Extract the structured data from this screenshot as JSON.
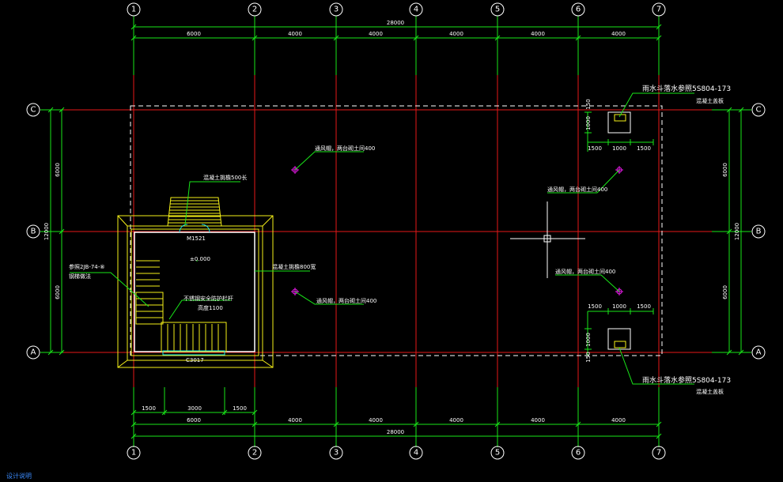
{
  "grid": {
    "columns": [
      {
        "id": "1"
      },
      {
        "id": "2"
      },
      {
        "id": "3"
      },
      {
        "id": "4"
      },
      {
        "id": "5"
      },
      {
        "id": "6"
      },
      {
        "id": "7"
      }
    ],
    "rows": [
      {
        "id": "C"
      },
      {
        "id": "B"
      },
      {
        "id": "A"
      }
    ]
  },
  "dims": {
    "top_total": "28000",
    "top_segments": [
      "6000",
      "4000",
      "4000",
      "4000",
      "4000",
      "4000"
    ],
    "bottom_sub": [
      "1500",
      "3000",
      "1500"
    ],
    "bottom_segments": [
      "6000",
      "4000",
      "4000",
      "4000",
      "4000",
      "4000"
    ],
    "bottom_total": "28000",
    "left_outer": "12000",
    "left_parts": [
      "6000",
      "6000"
    ],
    "right_outer": "12000",
    "right_parts": [
      "6000",
      "6000"
    ],
    "hatch_top": [
      "1500",
      "1000",
      "1500"
    ],
    "hatch_bottom": [
      "1500",
      "1000",
      "1500"
    ],
    "hatch_side_top": [
      "1000",
      "150"
    ],
    "hatch_side_bottom": [
      "1000",
      "150"
    ]
  },
  "labels": {
    "rain_top": "雨水斗落水参照5S804-173",
    "rain_top_sub": "混凝土盖板",
    "rain_bottom": "雨水斗落水参照5S804-173",
    "rain_bottom_sub": "混凝土盖板",
    "vent1": "通风帽，两台砌土间400",
    "vent2": "通风帽，两台砌土间400",
    "vent3": "通风帽，两台砌土间400",
    "vent4": "通风帽，两台砌土间400",
    "canopy": "混凝土挑檐500长",
    "door": "M1521",
    "elevation": "±0.000",
    "ladder_ref": "参照2JB-74-⑧",
    "ladder_ref2": "钢梯做法",
    "railing": "不锈钢安全防护栏杆",
    "railing2": "高度1100",
    "parapet": "混凝土挑檐800宽",
    "window": "C3017",
    "bottom_caption": "设计说明"
  }
}
